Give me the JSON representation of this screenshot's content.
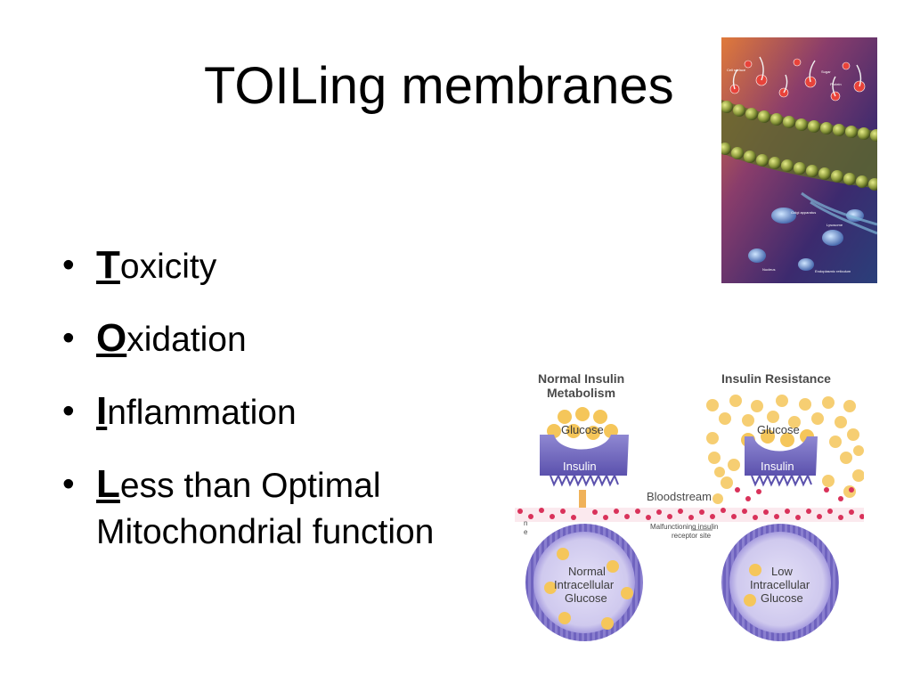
{
  "slide": {
    "title": "TOILing membranes"
  },
  "bullets": [
    {
      "bullet": "•",
      "initial": "T",
      "rest": "oxicity"
    },
    {
      "bullet": "•",
      "initial": "O",
      "rest": "xidation"
    },
    {
      "bullet": "•",
      "initial": "I",
      "rest": "nflammation"
    },
    {
      "bullet": "•",
      "initial": "L",
      "rest": "ess than Optimal",
      "line2": "Mitochondrial function"
    }
  ],
  "membrane_image": {
    "labels": [
      "Cell surface",
      "Sugar",
      "Protein",
      "Golgi apparatus",
      "Lysosome",
      "Nucleus",
      "Endoplasmic reticulum"
    ]
  },
  "insulin_diagram": {
    "left_heading_line1": "Normal Insulin",
    "left_heading_line2": "Metabolism",
    "right_heading": "Insulin Resistance",
    "glucose_label": "Glucose",
    "insulin_label": "Insulin",
    "bloodstream_label": "Bloodstream",
    "malfunction_line1": "Malfunctioning insulin",
    "malfunction_line2": "receptor site",
    "left_cell_line1": "Normal",
    "left_cell_line2": "Intracellular",
    "left_cell_line3": "Glucose",
    "right_cell_line1": "Low",
    "right_cell_line2": "Intracellular",
    "right_cell_line3": "Glucose",
    "left_edge_fragment_1": "n",
    "left_edge_fragment_2": "e",
    "colors": {
      "glucose": "#f7c948",
      "insulin": "#6a61b8",
      "cell_fill": "#cfc9ee",
      "cell_ring": "#7f72c7",
      "blood": "#d9325a"
    }
  }
}
